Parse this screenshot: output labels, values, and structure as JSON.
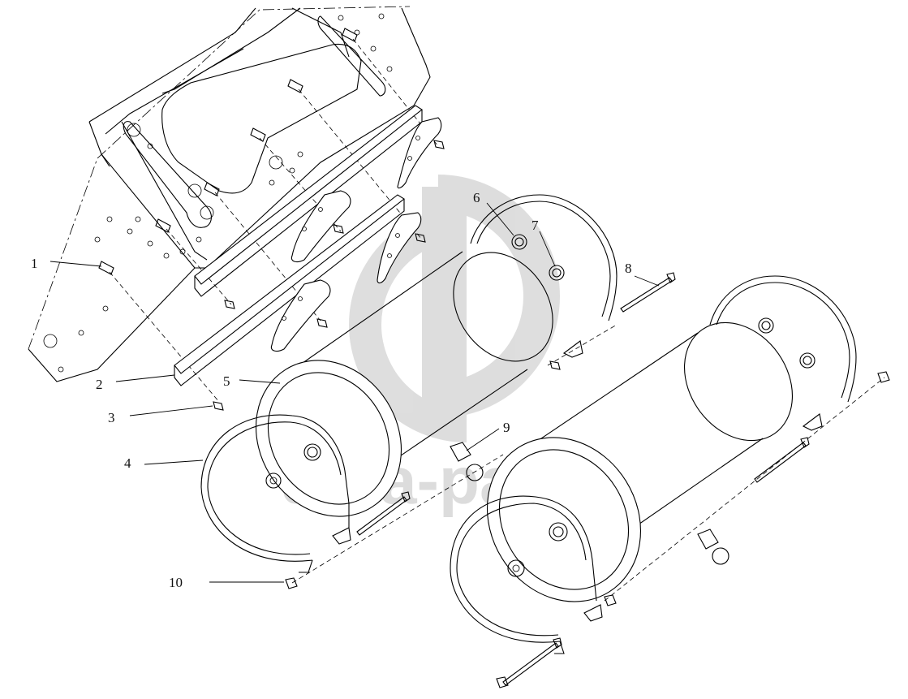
{
  "diagram": {
    "callouts": [
      {
        "id": "1",
        "label": "1"
      },
      {
        "id": "2",
        "label": "2"
      },
      {
        "id": "3",
        "label": "3"
      },
      {
        "id": "4",
        "label": "4"
      },
      {
        "id": "5",
        "label": "5"
      },
      {
        "id": "6",
        "label": "6"
      },
      {
        "id": "7",
        "label": "7"
      },
      {
        "id": "8",
        "label": "8"
      },
      {
        "id": "9",
        "label": "9"
      },
      {
        "id": "10",
        "label": "10"
      }
    ],
    "watermark": {
      "text": "data-parts",
      "color": "#d6d6d6"
    }
  }
}
